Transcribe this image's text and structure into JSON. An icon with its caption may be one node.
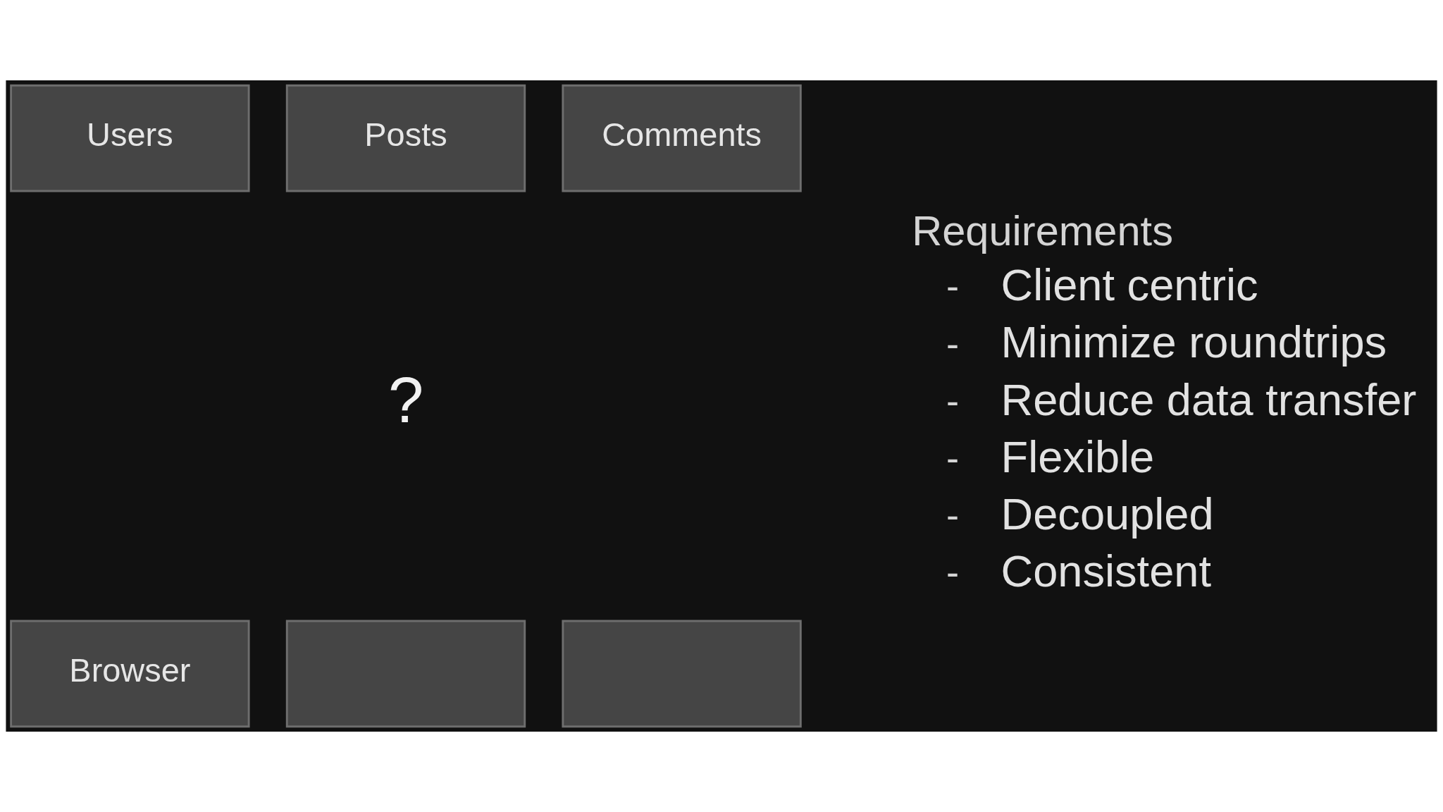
{
  "diagram": {
    "nodes": [
      {
        "text": [
          "Users"
        ]
      },
      {
        "text": [
          "Posts"
        ]
      },
      {
        "text": [
          "Comments"
        ]
      },
      {
        "text": [
          "Browser"
        ]
      },
      {
        "text": [],
        "shape": "box"
      },
      {
        "text": [],
        "shape": "box"
      }
    ],
    "labels": [
      "?",
      "Requirements",
      "-",
      "Client centric",
      "-",
      "Minimize roundtrips",
      "-",
      "Reduce data transfer",
      "-",
      "Flexible",
      "-",
      "Decoupled",
      "-",
      "Consistent"
    ]
  }
}
